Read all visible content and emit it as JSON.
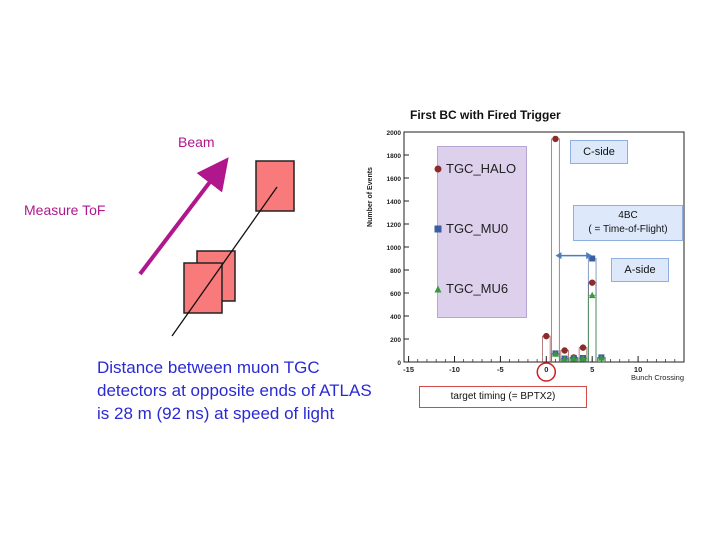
{
  "diagram": {
    "beam_label": "Beam",
    "measure_label": "Measure ToF",
    "caption": "Distance between muon TGC detectors at opposite ends of ATLAS is 28 m (92 ns) at speed of light",
    "colors": {
      "arrow": "#b0178c",
      "detector_fill": "#f87a7a",
      "caption": "#2a2ad4"
    }
  },
  "annotations": {
    "c_side": "C-side",
    "a_side": "A-side",
    "bc_line1": "4BC",
    "bc_line2": "( = Time-of-Flight)",
    "target": "target timing (= BPTX2)"
  },
  "chart_data": {
    "type": "scatter",
    "title": "First BC with Fired Trigger",
    "xlabel": "Bunch Crossing",
    "ylabel": "Number of Events",
    "xlim": [
      -15.5,
      15
    ],
    "ylim": [
      0,
      2000
    ],
    "xticks": [
      -15,
      -10,
      -5,
      0,
      5,
      10
    ],
    "yticks": [
      0,
      200,
      400,
      600,
      800,
      1000,
      1200,
      1400,
      1600,
      1800,
      2000
    ],
    "series": [
      {
        "name": "TGC_HALO",
        "color": "#8c2b2b",
        "marker": "circle",
        "x": [
          0,
          1,
          2,
          3,
          4,
          5
        ],
        "y": [
          225,
          1940,
          100,
          40,
          125,
          690
        ]
      },
      {
        "name": "TGC_MU0",
        "color": "#3a5f9e",
        "marker": "square",
        "x": [
          1,
          2,
          3,
          4,
          5,
          6
        ],
        "y": [
          75,
          30,
          35,
          35,
          900,
          40
        ]
      },
      {
        "name": "TGC_MU6",
        "color": "#3a9a3a",
        "marker": "triangle",
        "x": [
          1,
          2,
          3,
          4,
          5,
          6
        ],
        "y": [
          70,
          25,
          30,
          30,
          580,
          35
        ]
      }
    ]
  }
}
